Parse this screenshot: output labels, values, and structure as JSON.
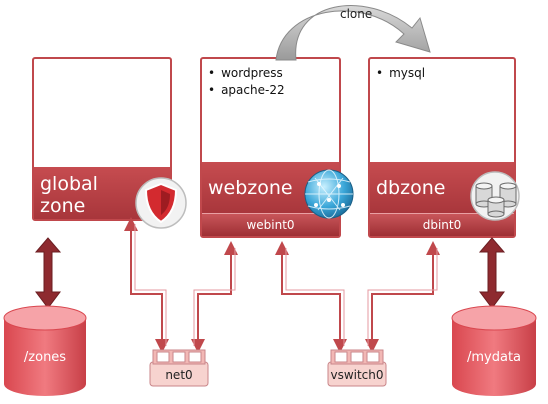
{
  "zones": {
    "global": {
      "name_line1": "global",
      "name_line2": "zone"
    },
    "web": {
      "name": "webzone",
      "nic": "webint0",
      "items": [
        "wordpress",
        "apache-22"
      ]
    },
    "db": {
      "name": "dbzone",
      "nic": "dbint0",
      "items": [
        "mysql"
      ]
    }
  },
  "storage": {
    "zones": "/zones",
    "mydata": "/mydata"
  },
  "switches": {
    "net0": "net0",
    "vswitch0": "vswitch0"
  },
  "clone_label": "clone",
  "colors": {
    "accent": "#c0484c",
    "dark_red": "#8e2a2f",
    "cylinder": "#e8636a",
    "switch": "#f7d3cf"
  },
  "icons": [
    "shield-icon",
    "globe-icon",
    "database-icon"
  ]
}
